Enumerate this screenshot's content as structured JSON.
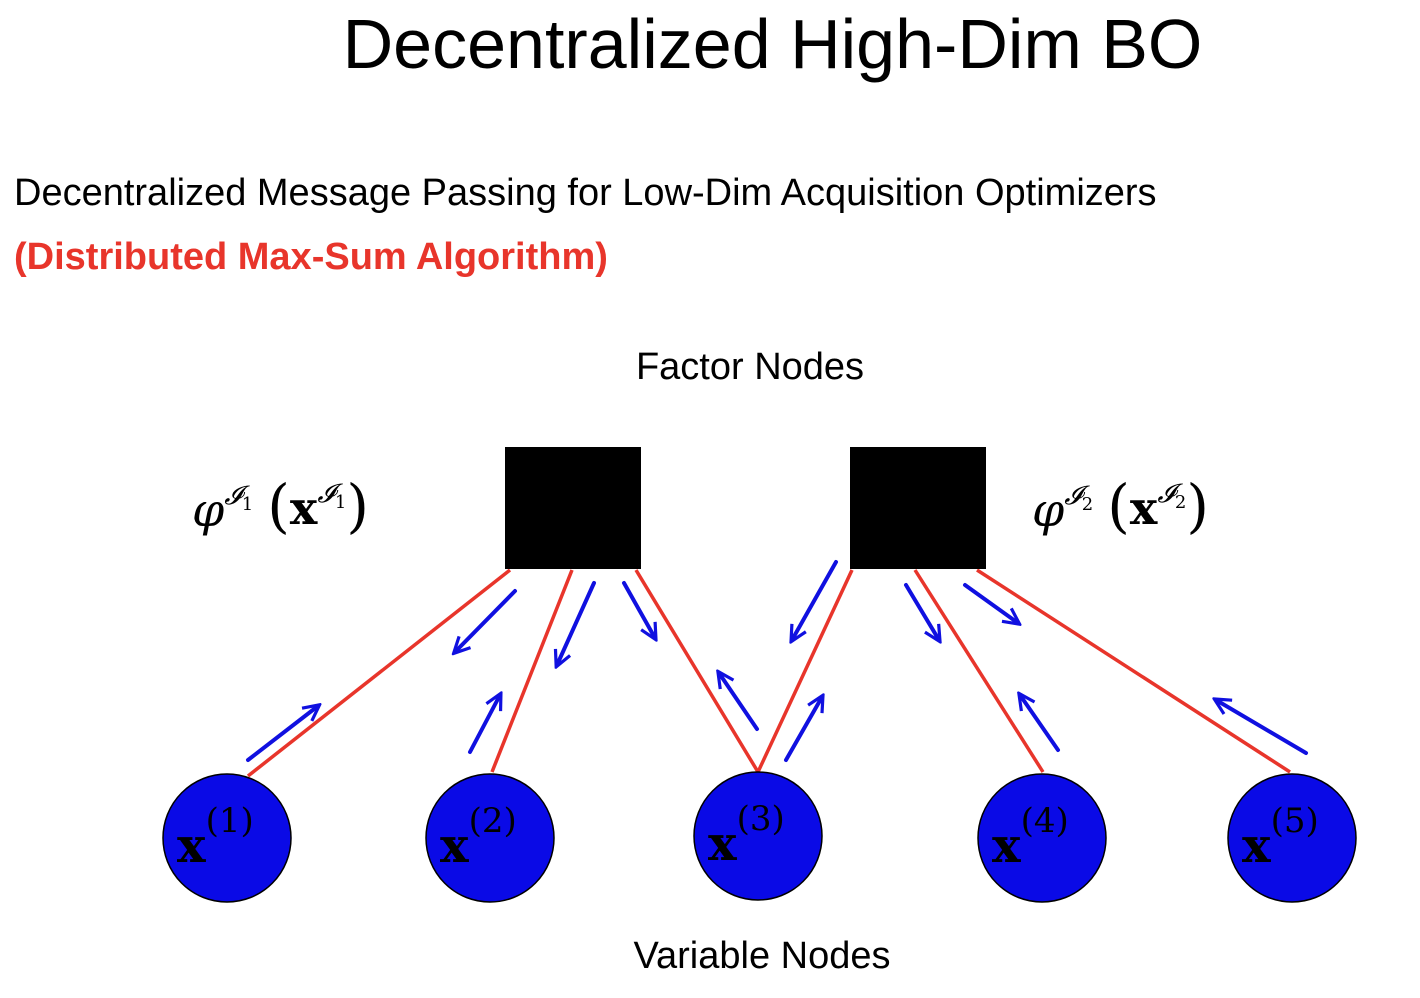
{
  "title": "Decentralized High-Dim BO",
  "subtitle": "Decentralized Message Passing for Low-Dim Acquisition Optimizers",
  "subtitle_highlight": "(Distributed Max-Sum Algorithm)",
  "factor_nodes_label": "Factor Nodes",
  "variable_nodes_label": "Variable Nodes",
  "colors": {
    "highlight": "#e8352b",
    "edge": "#e8352b",
    "message_arrow": "#1010e0",
    "variable_node_fill": "#0a0ae6",
    "factor_node_fill": "#000000"
  },
  "factors": [
    {
      "id": "f1",
      "symbol": "φ",
      "index": "𝓘",
      "sub": "1",
      "arg": "x"
    },
    {
      "id": "f2",
      "symbol": "φ",
      "index": "𝓘",
      "sub": "2",
      "arg": "x"
    }
  ],
  "variables": [
    {
      "id": "v1",
      "base": "x",
      "sup": "(1)"
    },
    {
      "id": "v2",
      "base": "x",
      "sup": "(2)"
    },
    {
      "id": "v3",
      "base": "x",
      "sup": "(3)"
    },
    {
      "id": "v4",
      "base": "x",
      "sup": "(4)"
    },
    {
      "id": "v5",
      "base": "x",
      "sup": "(5)"
    }
  ],
  "edges": [
    {
      "factor": "f1",
      "variable": "v1"
    },
    {
      "factor": "f1",
      "variable": "v2"
    },
    {
      "factor": "f1",
      "variable": "v3"
    },
    {
      "factor": "f2",
      "variable": "v3"
    },
    {
      "factor": "f2",
      "variable": "v4"
    },
    {
      "factor": "f2",
      "variable": "v5"
    }
  ]
}
